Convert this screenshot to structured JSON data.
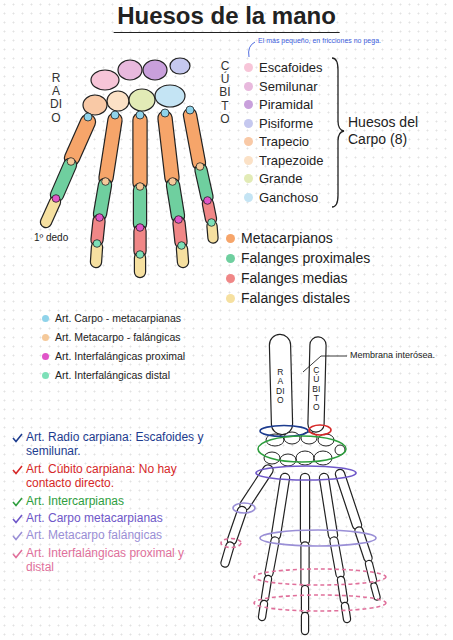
{
  "diagram": {
    "title": "Huesos de la mano",
    "labels": [
      "El más pequeño, en fricciones no pega.",
      "RADIO",
      "CÚBITO",
      "Huesos del Carpo (8)",
      "1º dedo",
      "Art. Radio carpiana: Escafoides y semilunar.",
      "Art. Cúbito carpiana: No hay contacto directo.",
      "Art. Intercarpianas",
      "Art. Carpo metacarpianas",
      "Art. Metacarpo falángicas",
      "Art. Interfalángicas proximal y distal",
      "RADIO",
      "CÚBITO",
      "Membrana interósea."
    ],
    "legend": [
      {
        "text": "Escafoides",
        "color": "#f7c5d8"
      },
      {
        "text": "Semilunar",
        "color": "#e8b9dd"
      },
      {
        "text": "Piramidal",
        "color": "#c9a0dc"
      },
      {
        "text": "Pisiforme",
        "color": "#c5c8ef"
      },
      {
        "text": "Trapecio",
        "color": "#f9c9a6"
      },
      {
        "text": "Trapezoide",
        "color": "#fbe1c6"
      },
      {
        "text": "Grande",
        "color": "#e2ebb6"
      },
      {
        "text": "Ganchoso",
        "color": "#c4e4f4"
      },
      {
        "text": "Metacarpianos",
        "color": "#f6a56a"
      },
      {
        "text": "Falanges proximales",
        "color": "#6fcf9f"
      },
      {
        "text": "Falanges medias",
        "color": "#f08787"
      },
      {
        "text": "Falanges distales",
        "color": "#f6e0a0"
      },
      {
        "text": "Art. Carpo - metacarpianas",
        "color": "#8fd3ea"
      },
      {
        "text": "Art. Metacarpo - falángicas",
        "color": "#f5c99a"
      },
      {
        "text": "Art. Interfalángicas proximal",
        "color": "#e055c8"
      },
      {
        "text": "Art. Interfalángicas distal",
        "color": "#7de0b8"
      }
    ]
  }
}
